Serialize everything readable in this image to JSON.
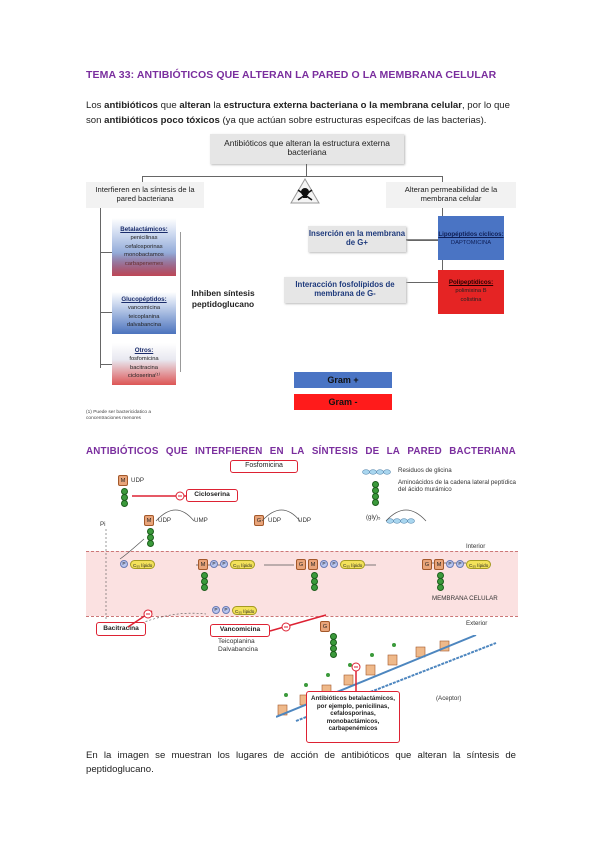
{
  "title": "TEMA 33: ANTIBIÓTICOS QUE ALTERAN LA PARED O LA MEMBRANA CELULAR",
  "intro": {
    "p1": "Los ",
    "b1": "antibióticos",
    "p2": " que ",
    "b2": "alteran",
    "p3": " la ",
    "b3": "estructura externa bacteriana o la membrana celular",
    "p4": ", por lo que son ",
    "b4": "antibióticos poco tóxicos",
    "p5": " (ya que actúan sobre estructuras especifcas de las bacterias)."
  },
  "diagram1": {
    "top": "Antibióticos que alteran la estructura externa bacteriana",
    "left_branch": "Interfieren en la síntesis de la pared bacteriana",
    "right_branch": "Alteran permeabilidad de la membrana celular",
    "hazard_icon": "skull-crossbones-icon",
    "betalactamicos": {
      "head": "Betalactámicos:",
      "items": [
        "penicilinas",
        "cefalosporinas",
        "monobactamos",
        "carbapenemes"
      ]
    },
    "glucopeptidos": {
      "head": "Glucopéptidos:",
      "items": [
        "vancomicina",
        "teicoplanina",
        "dalvabancina"
      ]
    },
    "otros": {
      "head": "Otros:",
      "items": [
        "fosfomicina",
        "bacitracina",
        "cicloserina⁽¹⁾"
      ]
    },
    "inhiben": "Inhiben síntesis peptidoglucano",
    "insercion": "Inserción en la membrana de G+",
    "interaccion": "Interacción fosfolípidos de membrana de G-",
    "lipopeptidos": {
      "head": "Lipopéptidos cíclicos:",
      "items": [
        "DAPTOMICINA"
      ]
    },
    "polipeptidos": {
      "head": "Polipeptídicos:",
      "items": [
        "polimixina B",
        "colistina"
      ]
    },
    "gram_pos": "Gram +",
    "gram_neg": "Gram -",
    "footnote": "(1) Puede ser bactericidatico a concentraciones menores",
    "colors": {
      "gram_pos": "#4a74c4",
      "gram_neg": "#ff1b1b"
    }
  },
  "title2_words": [
    "ANTIBIÓTICOS",
    "QUE",
    "INTERFIEREN",
    "EN",
    "LA",
    "SÍNTESIS",
    "DE",
    "LA",
    "PARED",
    "BACTERIANA"
  ],
  "diagram2": {
    "fosfomicina": "Fosfomicina",
    "cicloserina": "Cicloserina",
    "bacitracina": "Bacitracina",
    "vancomicina": "Vancomicina",
    "teicoplanina": "Teicoplanina",
    "dalvabancina": "Dalvabancina",
    "betalactamicos": "Antibióticos betalactámicos, por ejemplo, penicilinas, cefalosporinas, monobactámicos, carbapenémicos",
    "legend_glicina": "Residuos de glicina",
    "legend_amino": "Aminoácidos de la cadena lateral peptídica del ácido murámico",
    "udp": "UDP",
    "ump": "UMP",
    "pi": "Pi",
    "m": "M",
    "g": "G",
    "p": "P",
    "c55": "C₅₅ lípido",
    "gly5": "(gly)₅",
    "interior": "Interior",
    "membrana": "MEMBRANA CELULAR",
    "exterior": "Exterior",
    "aceptor": "(Aceptor)"
  },
  "caption": "En la imagen se muestran los lugares de acción de antibióticos que alteran la síntesis de peptidoglucano."
}
